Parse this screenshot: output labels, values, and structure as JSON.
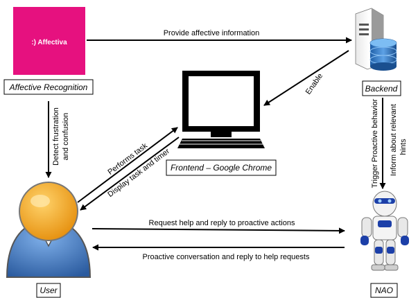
{
  "nodes": {
    "affective": {
      "label": "Affective Recognition",
      "logo_text": ":) Affectiva",
      "logo_color": "#e6117f"
    },
    "backend": {
      "label": "Backend"
    },
    "frontend": {
      "label": "Frontend – Google Chrome"
    },
    "user": {
      "label": "User"
    },
    "nao": {
      "label": "NAO"
    }
  },
  "edges": {
    "provide_info": "Provide affective information",
    "enable": "Enable",
    "detect_1": "Detect frustration",
    "detect_2": "and confusion",
    "performs_task": "Performs task",
    "display_task": "Display task and timer",
    "trigger": "Trigger Proactive behavior",
    "inform_1": "Inform about relevant",
    "inform_2": "hints",
    "request_help": "Request help and reply to proactive actions",
    "proactive_conv": "Proactive conversation and reply to help requests"
  },
  "icons": [
    "affectiva-logo-icon",
    "server-database-icon",
    "computer-monitor-icon",
    "user-avatar-icon",
    "nao-robot-icon"
  ]
}
